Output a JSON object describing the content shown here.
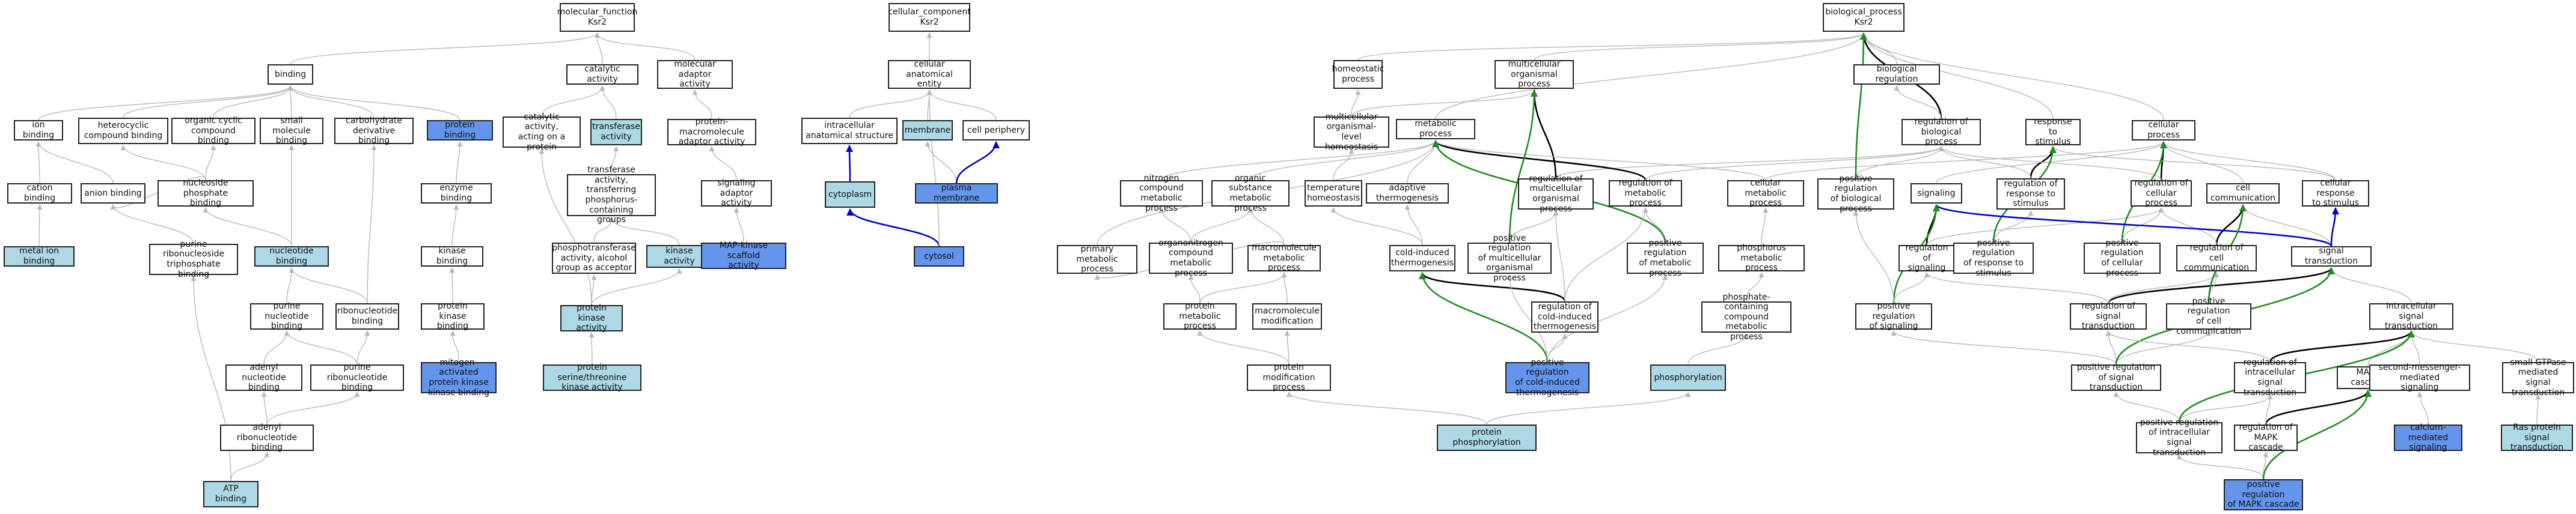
{
  "colors": {
    "light": "#add8e6",
    "dark": "#6495ed",
    "gray": "#b8b8b8",
    "black": "#000000",
    "green": "#228b22",
    "blue": "#0000cd"
  },
  "nodes": [
    {
      "id": "mf",
      "label": "molecular_function\nKsr2",
      "fill": "white"
    },
    {
      "id": "cc",
      "label": "cellular_component\nKsr2",
      "fill": "white"
    },
    {
      "id": "bp",
      "label": "biological_process\nKsr2",
      "fill": "white"
    },
    {
      "id": "binding",
      "label": "binding",
      "fill": "white"
    },
    {
      "id": "catact",
      "label": "catalytic activity",
      "fill": "white"
    },
    {
      "id": "molad",
      "label": "molecular adaptor\nactivity",
      "fill": "white"
    },
    {
      "id": "cae",
      "label": "cellular anatomical\nentity",
      "fill": "white"
    },
    {
      "id": "ionb",
      "label": "ion binding",
      "fill": "white"
    },
    {
      "id": "hetero",
      "label": "heterocyclic\ncompound binding",
      "fill": "white"
    },
    {
      "id": "orgcyc",
      "label": "organic cyclic\ncompound binding",
      "fill": "white"
    },
    {
      "id": "smallmol",
      "label": "small molecule\nbinding",
      "fill": "white"
    },
    {
      "id": "carbo",
      "label": "carbohydrate\nderivative binding",
      "fill": "white"
    },
    {
      "id": "protb",
      "label": "protein binding",
      "fill": "dark"
    },
    {
      "id": "catprot",
      "label": "catalytic activity,\nacting on a\nprotein",
      "fill": "white"
    },
    {
      "id": "transf",
      "label": "transferase\nactivity",
      "fill": "light"
    },
    {
      "id": "pmaa",
      "label": "protein-macromolecule\nadaptor activity",
      "fill": "white"
    },
    {
      "id": "cation",
      "label": "cation binding",
      "fill": "white"
    },
    {
      "id": "anion",
      "label": "anion binding",
      "fill": "white"
    },
    {
      "id": "nucphos",
      "label": "nucleoside phosphate\nbinding",
      "fill": "white"
    },
    {
      "id": "enzb",
      "label": "enzyme binding",
      "fill": "white"
    },
    {
      "id": "transp",
      "label": "transferase\nactivity, transferring\nphosphorus-containing\ngroups",
      "fill": "white"
    },
    {
      "id": "sigad",
      "label": "signaling adaptor\nactivity",
      "fill": "white"
    },
    {
      "id": "metion",
      "label": "metal ion binding",
      "fill": "light"
    },
    {
      "id": "prnt",
      "label": "purine ribonucleoside\ntriphosphate\nbinding",
      "fill": "white"
    },
    {
      "id": "nucb",
      "label": "nucleotide binding",
      "fill": "light"
    },
    {
      "id": "kinb",
      "label": "kinase binding",
      "fill": "white"
    },
    {
      "id": "phosalc",
      "label": "phosphotransferase\nactivity, alcohol\ngroup as acceptor",
      "fill": "white"
    },
    {
      "id": "kinact",
      "label": "kinase activity",
      "fill": "light"
    },
    {
      "id": "mapscaf",
      "label": "MAP-kinase scaffold\nactivity",
      "fill": "dark"
    },
    {
      "id": "purnuc",
      "label": "purine nucleotide\nbinding",
      "fill": "white"
    },
    {
      "id": "ribonuc",
      "label": "ribonucleotide\nbinding",
      "fill": "white"
    },
    {
      "id": "protkb",
      "label": "protein kinase\nbinding",
      "fill": "white"
    },
    {
      "id": "protka",
      "label": "protein kinase\nactivity",
      "fill": "light"
    },
    {
      "id": "adenyl",
      "label": "adenyl nucleotide\nbinding",
      "fill": "white"
    },
    {
      "id": "purribo",
      "label": "purine ribonucleotide\nbinding",
      "fill": "white"
    },
    {
      "id": "mapkb",
      "label": "mitogen-activated\nprotein kinase\nkinase binding",
      "fill": "dark"
    },
    {
      "id": "pstk",
      "label": "protein serine/threonine\nkinase activity",
      "fill": "light"
    },
    {
      "id": "adenylr",
      "label": "adenyl ribonucleotide\nbinding",
      "fill": "white"
    },
    {
      "id": "atp",
      "label": "ATP binding",
      "fill": "light"
    },
    {
      "id": "intra",
      "label": "intracellular\nanatomical structure",
      "fill": "white"
    },
    {
      "id": "memb",
      "label": "membrane",
      "fill": "light"
    },
    {
      "id": "cellper",
      "label": "cell periphery",
      "fill": "white"
    },
    {
      "id": "cyto",
      "label": "cytoplasm",
      "fill": "light"
    },
    {
      "id": "pm",
      "label": "plasma membrane",
      "fill": "dark"
    },
    {
      "id": "cytosol",
      "label": "cytosol",
      "fill": "dark"
    },
    {
      "id": "homeo",
      "label": "homeostatic\nprocess",
      "fill": "white"
    },
    {
      "id": "multi",
      "label": "multicellular\norganismal process",
      "fill": "white"
    },
    {
      "id": "bioreg",
      "label": "biological regulation",
      "fill": "white"
    },
    {
      "id": "mlhomeo",
      "label": "multicellular\norganismal-level\nhomeostasis",
      "fill": "white"
    },
    {
      "id": "metab",
      "label": "metabolic process",
      "fill": "white"
    },
    {
      "id": "regbp",
      "label": "regulation of\nbiological process",
      "fill": "white"
    },
    {
      "id": "resp",
      "label": "response to\nstimulus",
      "fill": "white"
    },
    {
      "id": "cellp",
      "label": "cellular process",
      "fill": "white"
    },
    {
      "id": "nitro",
      "label": "nitrogen compound\nmetabolic process",
      "fill": "white"
    },
    {
      "id": "orgsub",
      "label": "organic substance\nmetabolic process",
      "fill": "white"
    },
    {
      "id": "temph",
      "label": "temperature\nhomeostasis",
      "fill": "white"
    },
    {
      "id": "adapt",
      "label": "adaptive thermogenesis",
      "fill": "white"
    },
    {
      "id": "regmop",
      "label": "regulation of\nmulticellular\norganismal process",
      "fill": "white"
    },
    {
      "id": "regmp",
      "label": "regulation of\nmetabolic process",
      "fill": "white"
    },
    {
      "id": "cellmet",
      "label": "cellular metabolic\nprocess",
      "fill": "white"
    },
    {
      "id": "posbp",
      "label": "positive regulation\nof biological\nprocess",
      "fill": "white"
    },
    {
      "id": "signaling",
      "label": "signaling",
      "fill": "white"
    },
    {
      "id": "regresp",
      "label": "regulation of\nresponse to\nstimulus",
      "fill": "white"
    },
    {
      "id": "regcp",
      "label": "regulation of\ncellular process",
      "fill": "white"
    },
    {
      "id": "cellcomm",
      "label": "cell communication",
      "fill": "white"
    },
    {
      "id": "cellresp",
      "label": "cellular response\nto stimulus",
      "fill": "white"
    },
    {
      "id": "primmet",
      "label": "primary metabolic\nprocess",
      "fill": "white"
    },
    {
      "id": "orgnit",
      "label": "organonitrogen\ncompound metabolic\nprocess",
      "fill": "white"
    },
    {
      "id": "macromet",
      "label": "macromolecule\nmetabolic process",
      "fill": "white"
    },
    {
      "id": "coldtherm",
      "label": "cold-induced\nthermogenesis",
      "fill": "white"
    },
    {
      "id": "posmop",
      "label": "positive regulation\nof multicellular\norganismal process",
      "fill": "white"
    },
    {
      "id": "posmp",
      "label": "positive regulation\nof metabolic\nprocess",
      "fill": "white"
    },
    {
      "id": "phosmet",
      "label": "phosphorus metabolic\nprocess",
      "fill": "white"
    },
    {
      "id": "regsig",
      "label": "regulation of\nsignaling",
      "fill": "white"
    },
    {
      "id": "posresp",
      "label": "positive regulation\nof response to\nstimulus",
      "fill": "white"
    },
    {
      "id": "poscp",
      "label": "positive regulation\nof cellular\nprocess",
      "fill": "white"
    },
    {
      "id": "regcc",
      "label": "regulation of\ncell communication",
      "fill": "white"
    },
    {
      "id": "sigtrans",
      "label": "signal transduction",
      "fill": "white"
    },
    {
      "id": "protmet",
      "label": "protein metabolic\nprocess",
      "fill": "white"
    },
    {
      "id": "macromod",
      "label": "macromolecule\nmodification",
      "fill": "white"
    },
    {
      "id": "regcold",
      "label": "regulation of\ncold-induced\nthermogenesis",
      "fill": "white"
    },
    {
      "id": "phoscont",
      "label": "phosphate-containing\ncompound metabolic\nprocess",
      "fill": "white"
    },
    {
      "id": "possig",
      "label": "positive regulation\nof signaling",
      "fill": "white"
    },
    {
      "id": "regst",
      "label": "regulation of\nsignal transduction",
      "fill": "white"
    },
    {
      "id": "poscc",
      "label": "positive regulation\nof cell communication",
      "fill": "white"
    },
    {
      "id": "intrast",
      "label": "intracellular\nsignal transduction",
      "fill": "white"
    },
    {
      "id": "protmod",
      "label": "protein modification\nprocess",
      "fill": "white"
    },
    {
      "id": "poscold",
      "label": "positive regulation\nof cold-induced\nthermogenesis",
      "fill": "dark"
    },
    {
      "id": "phosph",
      "label": "phosphorylation",
      "fill": "light"
    },
    {
      "id": "posst",
      "label": "positive regulation\nof signal transduction",
      "fill": "white"
    },
    {
      "id": "regintra",
      "label": "regulation of\nintracellular\nsignal transduction",
      "fill": "white"
    },
    {
      "id": "mapkc",
      "label": "MAPK cascade",
      "fill": "white"
    },
    {
      "id": "secmsg",
      "label": "second-messenger-mediated\nsignaling",
      "fill": "white"
    },
    {
      "id": "smallgt",
      "label": "small GTPase\nmediated signal\ntransduction",
      "fill": "white"
    },
    {
      "id": "protphos",
      "label": "protein phosphorylation",
      "fill": "light"
    },
    {
      "id": "posintra",
      "label": "positive regulation\nof intracellular\nsignal transduction",
      "fill": "white"
    },
    {
      "id": "regmapk",
      "label": "regulation of\nMAPK cascade",
      "fill": "white"
    },
    {
      "id": "calc",
      "label": "calcium-mediated\nsignaling",
      "fill": "dark"
    },
    {
      "id": "ras",
      "label": "Ras protein\nsignal transduction",
      "fill": "light"
    },
    {
      "id": "posmapk",
      "label": "positive regulation\nof MAPK cascade",
      "fill": "dark"
    }
  ],
  "edges": [
    [
      "binding",
      "mf",
      "gray"
    ],
    [
      "catact",
      "mf",
      "gray"
    ],
    [
      "molad",
      "mf",
      "gray"
    ],
    [
      "cae",
      "cc",
      "gray"
    ],
    [
      "ionb",
      "binding",
      "gray"
    ],
    [
      "hetero",
      "binding",
      "gray"
    ],
    [
      "orgcyc",
      "binding",
      "gray"
    ],
    [
      "smallmol",
      "binding",
      "gray"
    ],
    [
      "carbo",
      "binding",
      "gray"
    ],
    [
      "protb",
      "binding",
      "gray"
    ],
    [
      "catprot",
      "catact",
      "gray"
    ],
    [
      "transf",
      "catact",
      "gray"
    ],
    [
      "pmaa",
      "molad",
      "gray"
    ],
    [
      "cation",
      "ionb",
      "gray"
    ],
    [
      "anion",
      "ionb",
      "gray"
    ],
    [
      "nucphos",
      "hetero",
      "gray"
    ],
    [
      "nucphos",
      "orgcyc",
      "gray"
    ],
    [
      "nucphos",
      "anion",
      "gray"
    ],
    [
      "enzb",
      "protb",
      "gray"
    ],
    [
      "transp",
      "transf",
      "gray"
    ],
    [
      "sigad",
      "pmaa",
      "gray"
    ],
    [
      "metion",
      "cation",
      "gray"
    ],
    [
      "prnt",
      "anion",
      "gray"
    ],
    [
      "nucb",
      "nucphos",
      "gray"
    ],
    [
      "nucb",
      "smallmol",
      "gray"
    ],
    [
      "kinb",
      "enzb",
      "gray"
    ],
    [
      "phosalc",
      "transp",
      "gray"
    ],
    [
      "kinact",
      "transp",
      "gray"
    ],
    [
      "mapscaf",
      "sigad",
      "gray"
    ],
    [
      "purnuc",
      "nucb",
      "gray"
    ],
    [
      "ribonuc",
      "nucb",
      "gray"
    ],
    [
      "ribonuc",
      "carbo",
      "gray"
    ],
    [
      "protkb",
      "kinb",
      "gray"
    ],
    [
      "protka",
      "phosalc",
      "gray"
    ],
    [
      "protka",
      "kinact",
      "gray"
    ],
    [
      "protka",
      "catprot",
      "gray"
    ],
    [
      "adenyl",
      "purnuc",
      "gray"
    ],
    [
      "purribo",
      "purnuc",
      "gray"
    ],
    [
      "purribo",
      "ribonuc",
      "gray"
    ],
    [
      "mapkb",
      "protkb",
      "gray"
    ],
    [
      "pstk",
      "protka",
      "gray"
    ],
    [
      "adenylr",
      "adenyl",
      "gray"
    ],
    [
      "adenylr",
      "purribo",
      "gray"
    ],
    [
      "atp",
      "adenylr",
      "gray"
    ],
    [
      "atp",
      "prnt",
      "gray"
    ],
    [
      "intra",
      "cae",
      "gray"
    ],
    [
      "memb",
      "cae",
      "gray"
    ],
    [
      "cellper",
      "cae",
      "gray"
    ],
    [
      "cyto",
      "intra",
      "blue"
    ],
    [
      "pm",
      "memb",
      "gray"
    ],
    [
      "pm",
      "cellper",
      "blue"
    ],
    [
      "cytosol",
      "cyto",
      "blue"
    ],
    [
      "cytosol",
      "cae",
      "gray"
    ],
    [
      "homeo",
      "bp",
      "gray"
    ],
    [
      "multi",
      "bp",
      "gray"
    ],
    [
      "bioreg",
      "bp",
      "gray"
    ],
    [
      "metab",
      "bp",
      "gray"
    ],
    [
      "regbp",
      "bp",
      "black"
    ],
    [
      "resp",
      "bp",
      "gray"
    ],
    [
      "cellp",
      "bp",
      "gray"
    ],
    [
      "mlhomeo",
      "homeo",
      "gray"
    ],
    [
      "mlhomeo",
      "multi",
      "gray"
    ],
    [
      "regbp",
      "bioreg",
      "gray"
    ],
    [
      "nitro",
      "metab",
      "gray"
    ],
    [
      "orgsub",
      "metab",
      "gray"
    ],
    [
      "temph",
      "mlhomeo",
      "gray"
    ],
    [
      "adapt",
      "metab",
      "gray"
    ],
    [
      "regmop",
      "multi",
      "black"
    ],
    [
      "regmop",
      "regbp",
      "gray"
    ],
    [
      "regmp",
      "metab",
      "black"
    ],
    [
      "regmp",
      "regbp",
      "gray"
    ],
    [
      "cellmet",
      "metab",
      "gray"
    ],
    [
      "cellmet",
      "cellp",
      "gray"
    ],
    [
      "posbp",
      "regbp",
      "gray"
    ],
    [
      "posbp",
      "bp",
      "green"
    ],
    [
      "signaling",
      "cellp",
      "gray"
    ],
    [
      "regresp",
      "resp",
      "black"
    ],
    [
      "regresp",
      "regbp",
      "gray"
    ],
    [
      "regcp",
      "cellp",
      "black"
    ],
    [
      "regcp",
      "regbp",
      "gray"
    ],
    [
      "cellcomm",
      "cellp",
      "gray"
    ],
    [
      "cellresp",
      "resp",
      "gray"
    ],
    [
      "cellresp",
      "cellp",
      "gray"
    ],
    [
      "primmet",
      "metab",
      "gray"
    ],
    [
      "orgnit",
      "nitro",
      "gray"
    ],
    [
      "orgnit",
      "orgsub",
      "gray"
    ],
    [
      "macromet",
      "orgsub",
      "gray"
    ],
    [
      "macromet",
      "primmet",
      "gray"
    ],
    [
      "coldtherm",
      "temph",
      "gray"
    ],
    [
      "coldtherm",
      "adapt",
      "gray"
    ],
    [
      "posmop",
      "regmop",
      "gray"
    ],
    [
      "posmop",
      "multi",
      "green"
    ],
    [
      "posmp",
      "regmp",
      "gray"
    ],
    [
      "posmp",
      "metab",
      "green"
    ],
    [
      "phosmet",
      "cellmet",
      "gray"
    ],
    [
      "regsig",
      "signaling",
      "black"
    ],
    [
      "regsig",
      "regcp",
      "gray"
    ],
    [
      "posresp",
      "regresp",
      "gray"
    ],
    [
      "posresp",
      "resp",
      "green"
    ],
    [
      "poscp",
      "regcp",
      "gray"
    ],
    [
      "poscp",
      "cellp",
      "green"
    ],
    [
      "regcc",
      "cellcomm",
      "black"
    ],
    [
      "regcc",
      "regcp",
      "gray"
    ],
    [
      "sigtrans",
      "signaling",
      "blue"
    ],
    [
      "sigtrans",
      "cellcomm",
      "gray"
    ],
    [
      "sigtrans",
      "cellresp",
      "blue"
    ],
    [
      "protmet",
      "macromet",
      "gray"
    ],
    [
      "protmet",
      "orgnit",
      "gray"
    ],
    [
      "macromod",
      "macromet",
      "gray"
    ],
    [
      "regcold",
      "coldtherm",
      "black"
    ],
    [
      "regcold",
      "regmp",
      "gray"
    ],
    [
      "regcold",
      "regmop",
      "gray"
    ],
    [
      "phoscont",
      "phosmet",
      "gray"
    ],
    [
      "possig",
      "regsig",
      "gray"
    ],
    [
      "possig",
      "signaling",
      "green"
    ],
    [
      "possig",
      "posbp",
      "gray"
    ],
    [
      "regst",
      "sigtrans",
      "black"
    ],
    [
      "regst",
      "regsig",
      "gray"
    ],
    [
      "regst",
      "regcc",
      "gray"
    ],
    [
      "poscc",
      "regcc",
      "gray"
    ],
    [
      "poscc",
      "cellcomm",
      "green"
    ],
    [
      "intrast",
      "sigtrans",
      "gray"
    ],
    [
      "protmod",
      "protmet",
      "gray"
    ],
    [
      "protmod",
      "macromod",
      "gray"
    ],
    [
      "poscold",
      "regcold",
      "gray"
    ],
    [
      "poscold",
      "coldtherm",
      "green"
    ],
    [
      "poscold",
      "posmp",
      "gray"
    ],
    [
      "poscold",
      "posmop",
      "gray"
    ],
    [
      "phosph",
      "phoscont",
      "gray"
    ],
    [
      "posst",
      "regst",
      "gray"
    ],
    [
      "posst",
      "possig",
      "gray"
    ],
    [
      "posst",
      "poscc",
      "gray"
    ],
    [
      "posst",
      "sigtrans",
      "green"
    ],
    [
      "regintra",
      "intrast",
      "black"
    ],
    [
      "regintra",
      "regst",
      "gray"
    ],
    [
      "mapkc",
      "intrast",
      "gray"
    ],
    [
      "secmsg",
      "intrast",
      "gray"
    ],
    [
      "smallgt",
      "intrast",
      "gray"
    ],
    [
      "protphos",
      "protmod",
      "gray"
    ],
    [
      "protphos",
      "phosph",
      "gray"
    ],
    [
      "posintra",
      "regintra",
      "gray"
    ],
    [
      "posintra",
      "posst",
      "gray"
    ],
    [
      "posintra",
      "intrast",
      "green"
    ],
    [
      "regmapk",
      "mapkc",
      "black"
    ],
    [
      "regmapk",
      "regintra",
      "gray"
    ],
    [
      "calc",
      "secmsg",
      "gray"
    ],
    [
      "ras",
      "smallgt",
      "gray"
    ],
    [
      "posmapk",
      "regmapk",
      "gray"
    ],
    [
      "posmapk",
      "posintra",
      "gray"
    ],
    [
      "posmapk",
      "mapkc",
      "green"
    ]
  ]
}
